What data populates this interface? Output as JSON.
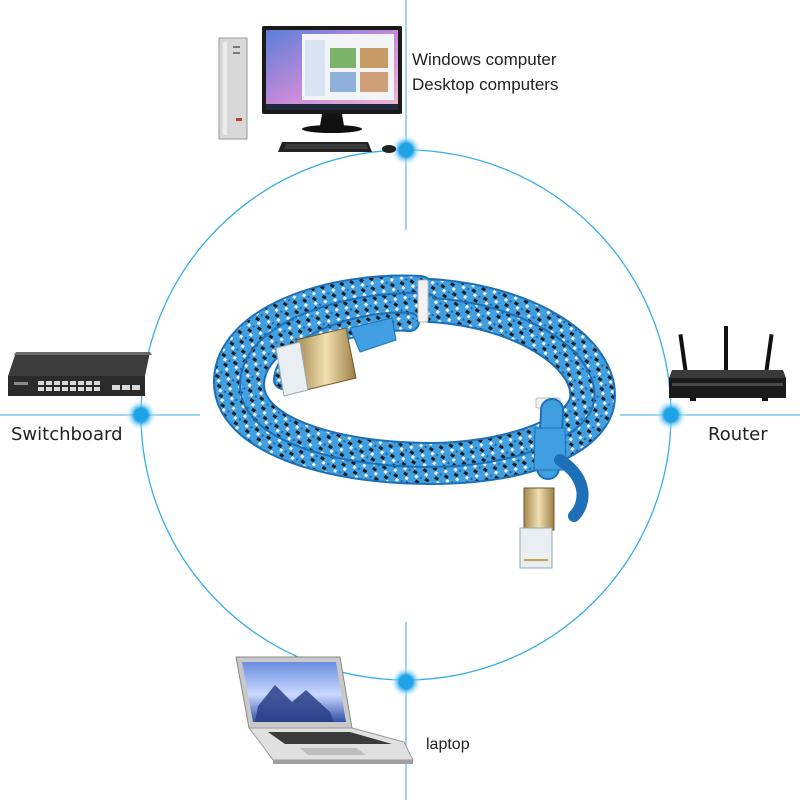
{
  "devices": {
    "windows_computer": {
      "line1": "Windows computer",
      "line2": "Desktop computers"
    },
    "switchboard": {
      "label": "Switchboard"
    },
    "router": {
      "label": "Router"
    },
    "laptop": {
      "label": "laptop"
    }
  },
  "colors": {
    "ring": "#3aaee8",
    "node": "#1ea3e6",
    "cable": "#3f9fe0",
    "cable_dark": "#1d6fb8",
    "weave_black": "#1a1a1a",
    "weave_white": "#f4f4f4"
  },
  "icons": [
    "desktop-tower-icon",
    "monitor-icon",
    "keyboard-icon",
    "mouse-icon",
    "network-switch-icon",
    "router-icon",
    "laptop-icon",
    "ethernet-cable-icon"
  ]
}
